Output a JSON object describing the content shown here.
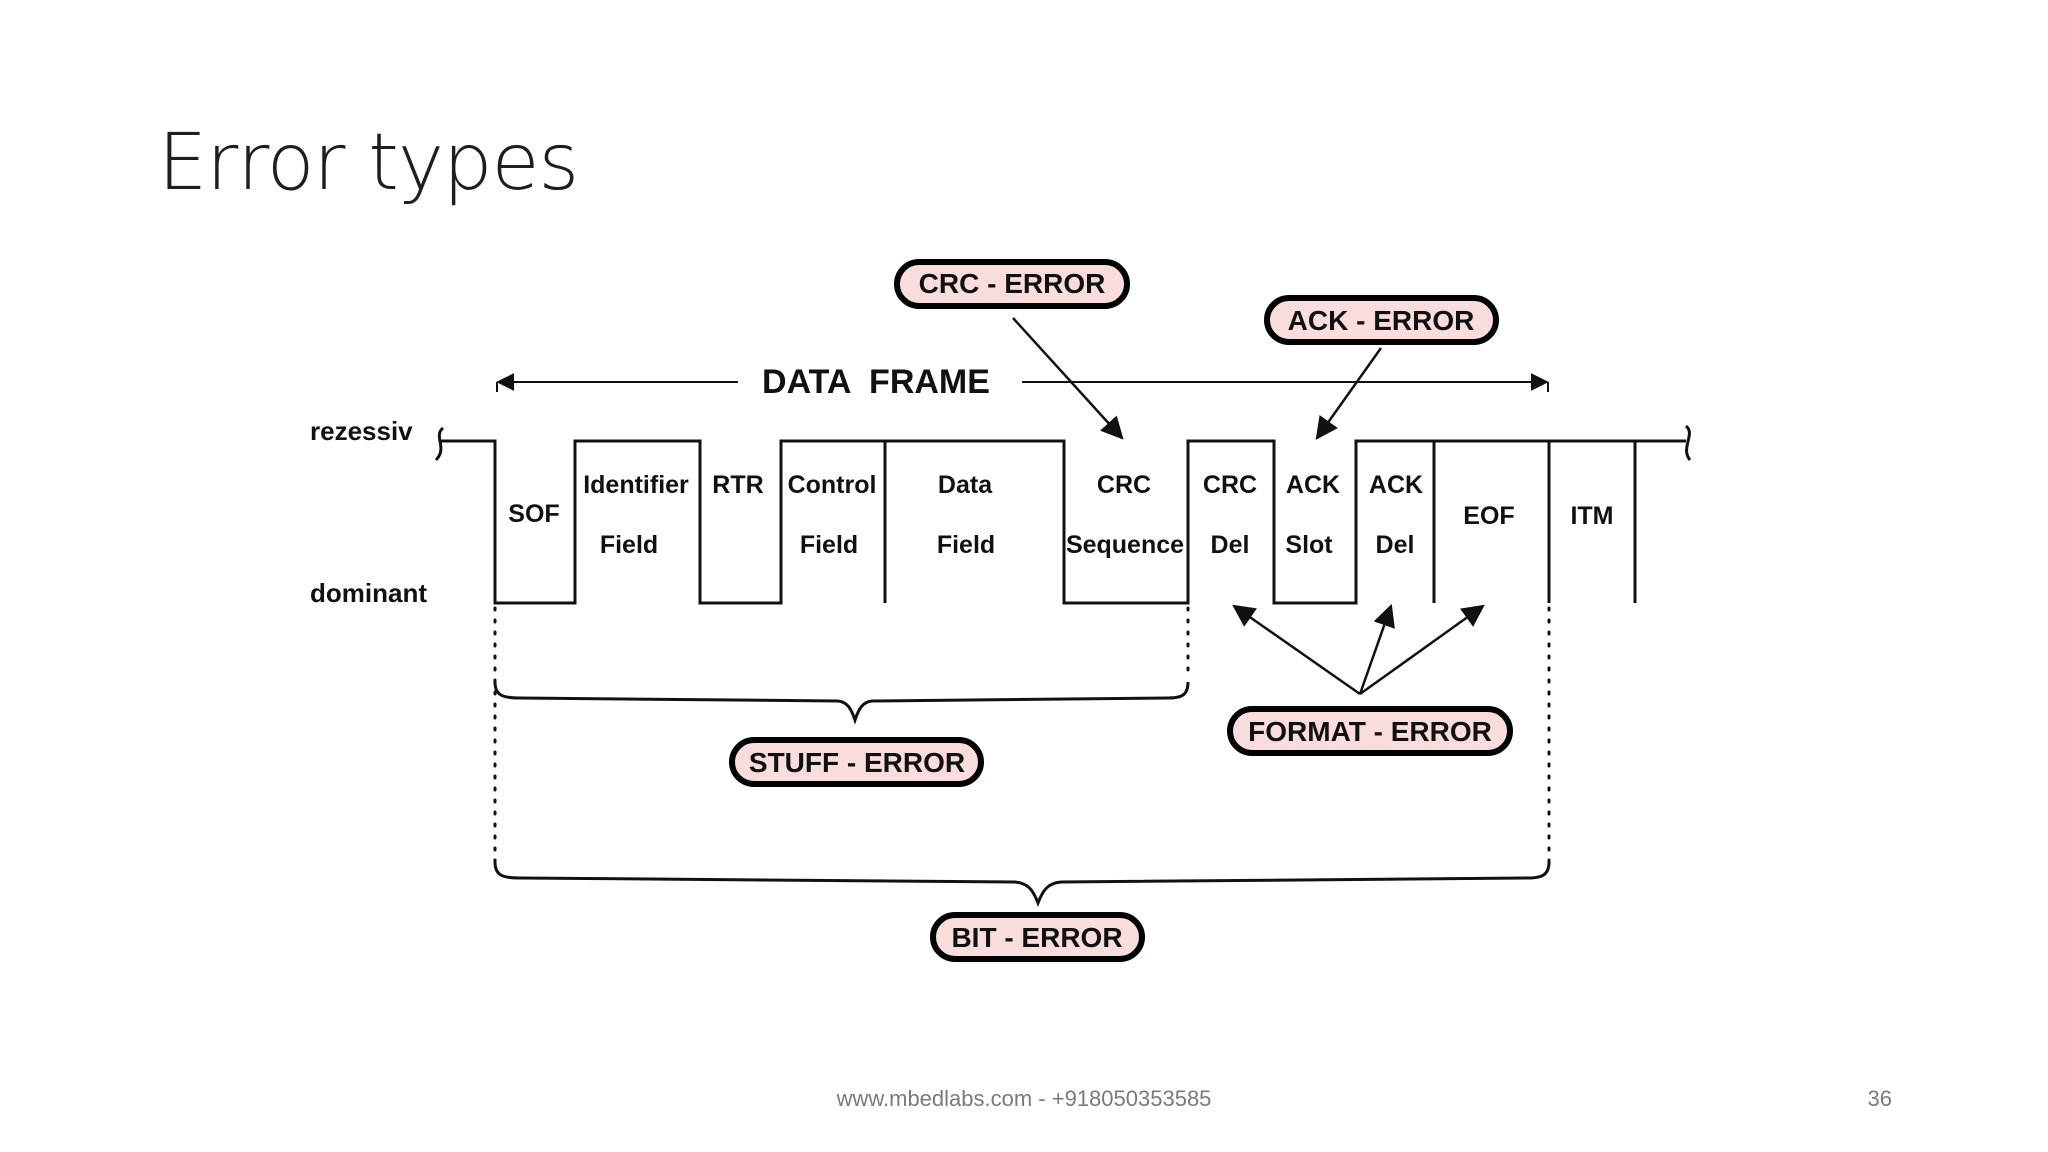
{
  "slide": {
    "title": "Error types",
    "footer": "www.mbedlabs.com - +918050353585",
    "page_number": "36"
  },
  "diagram": {
    "frame_label": "DATA  FRAME",
    "level_recessive": "rezessiv",
    "level_dominant": "dominant",
    "fields": {
      "sof": [
        "SOF"
      ],
      "identifier": [
        "Identifier",
        "Field"
      ],
      "rtr": [
        "RTR"
      ],
      "control": [
        "Control",
        "Field"
      ],
      "data": [
        "Data",
        "Field"
      ],
      "crc_seq": [
        "CRC",
        "Sequence"
      ],
      "crc_del": [
        "CRC",
        "Del"
      ],
      "ack_slot": [
        "ACK",
        "Slot"
      ],
      "ack_del": [
        "ACK",
        "Del"
      ],
      "eof": [
        "EOF"
      ],
      "itm": [
        "ITM"
      ]
    },
    "errors": {
      "crc": "CRC - ERROR",
      "ack": "ACK - ERROR",
      "format": "FORMAT - ERROR",
      "stuff": "STUFF - ERROR",
      "bit": "BIT - ERROR"
    },
    "colors": {
      "error_fill": "#f9dcdc",
      "error_stroke": "#000000",
      "line": "#111111"
    }
  }
}
